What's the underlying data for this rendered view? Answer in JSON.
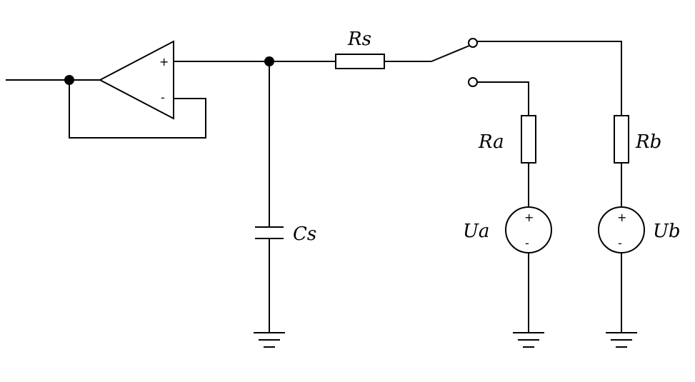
{
  "diagram": {
    "labels": {
      "rs": "Rs",
      "cs": "Cs",
      "ra": "Ra",
      "rb": "Rb",
      "ua": "Ua",
      "ub": "Ub"
    },
    "signs": {
      "opamp_plus": "+",
      "opamp_minus": "-",
      "ua_plus": "+",
      "ua_minus": "-",
      "ub_plus": "+",
      "ub_minus": "-"
    }
  }
}
